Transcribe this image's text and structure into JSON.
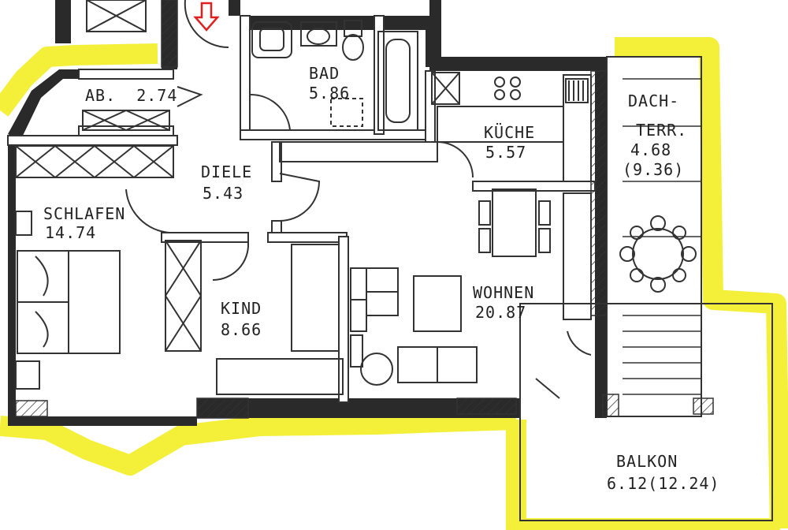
{
  "rooms": {
    "abstell": "AB.  2.74",
    "bad_name": "BAD",
    "bad_area": "5.86",
    "kueche_name": "KÜCHE",
    "kueche_area": "5.57",
    "diele_name": "DIELE",
    "diele_area": "5.43",
    "schlafen_name": "SCHLAFEN",
    "schlafen_area": "14.74",
    "kind_name": "KIND",
    "kind_area": "8.66",
    "wohnen_name": "WOHNEN",
    "wohnen_area": "20.87",
    "terr_line1": "DACH-",
    "terr_line2": "TERR.",
    "terr_area": "4.68",
    "terr_area_full": "(9.36)",
    "balkon_name": "BALKON",
    "balkon_area": "6.12(12.24)"
  },
  "colors": {
    "highlight": "#f4f03a",
    "wall": "#2a2a2a",
    "entrance_arrow": "#e02020"
  },
  "icons": {
    "entrance": "down-arrow-icon"
  }
}
